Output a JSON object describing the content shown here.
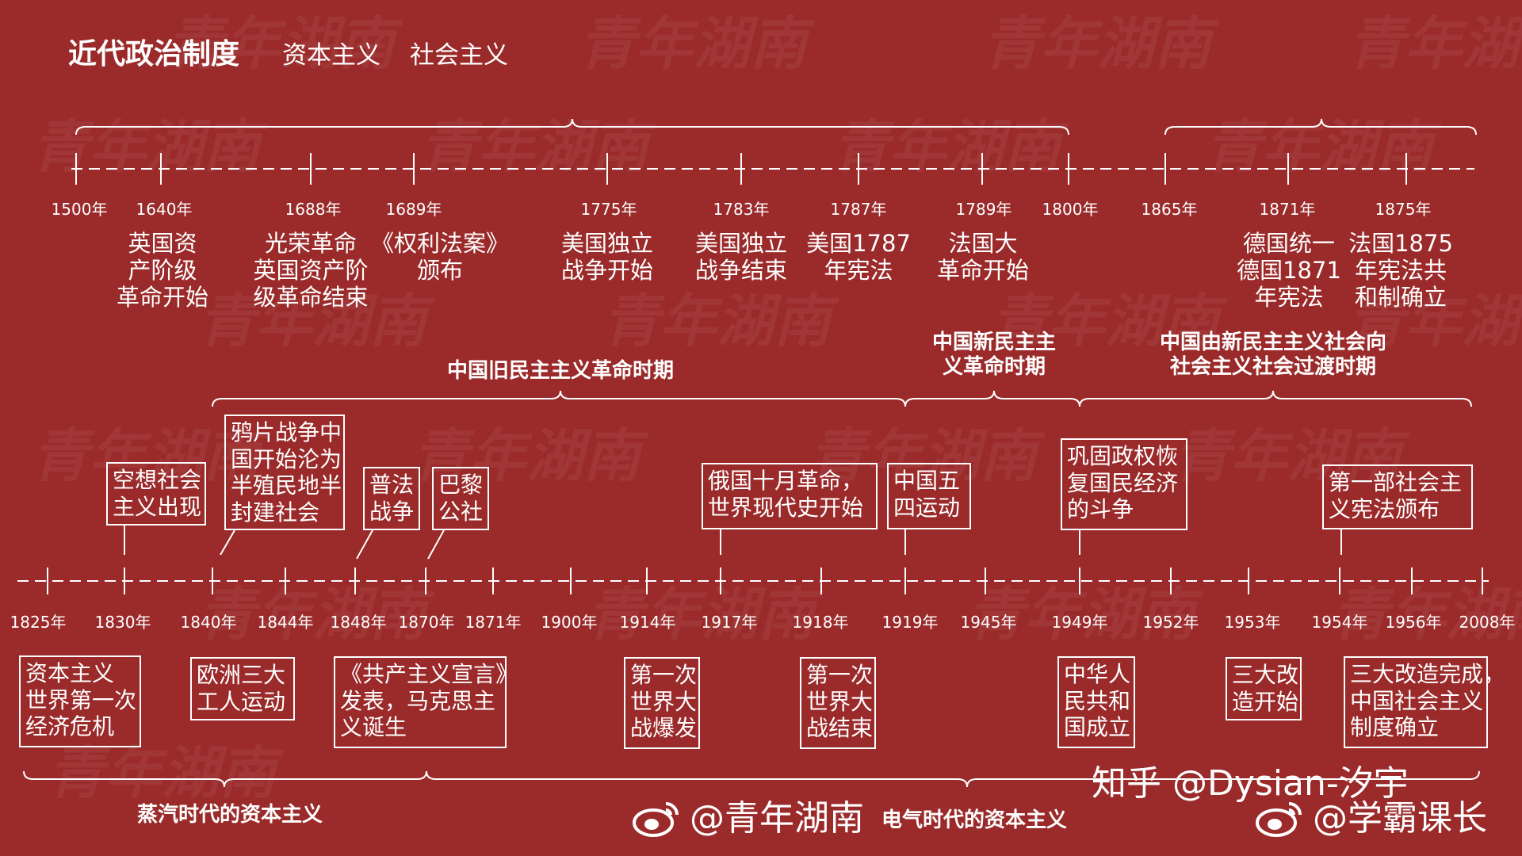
{
  "title": "近代政治制度",
  "subtitles": [
    "资本主义",
    "社会主义"
  ],
  "western_timeline": {
    "years": [
      "1500年",
      "1640年",
      "1688年",
      "1689年",
      "1775年",
      "1783年",
      "1787年",
      "1789年",
      "1800年",
      "1865年",
      "1871年",
      "1875年"
    ],
    "events": [
      {
        "lines": [
          "英国资",
          "产阶级",
          "革命开始"
        ]
      },
      {
        "lines": [
          "光荣革命",
          "英国资产阶",
          "级革命结束"
        ]
      },
      {
        "lines": [
          "《权利法案》",
          "颁布"
        ]
      },
      {
        "lines": [
          "美国独立",
          "战争开始"
        ]
      },
      {
        "lines": [
          "美国独立",
          "战争结束"
        ]
      },
      {
        "lines": [
          "美国1787",
          "年宪法"
        ]
      },
      {
        "lines": [
          "法国大",
          "革命开始"
        ]
      },
      {
        "lines": [
          "德国统一",
          "德国1871",
          "年宪法"
        ]
      },
      {
        "lines": [
          "法国1875",
          "年宪法共",
          "和制确立"
        ]
      }
    ]
  },
  "china_periods": [
    {
      "lines": [
        "中国旧民主主义革命时期"
      ]
    },
    {
      "lines": [
        "中国新民主主",
        "义革命时期"
      ]
    },
    {
      "lines": [
        "中国由新民主主义社会向",
        "社会主义社会过渡时期"
      ]
    }
  ],
  "lower_timeline": {
    "years": [
      "1825年",
      "1830年",
      "1840年",
      "1844年",
      "1848年",
      "1870年",
      "1871年",
      "1900年",
      "1914年",
      "1917年",
      "1918年",
      "1919年",
      "1945年",
      "1949年",
      "1952年",
      "1953年",
      "1954年",
      "1956年",
      "2008年"
    ],
    "upper_boxes": [
      {
        "lines": [
          "空想社会",
          "主义出现"
        ]
      },
      {
        "lines": [
          "鸦片战争中",
          "国开始沦为",
          "半殖民地半",
          "封建社会"
        ]
      },
      {
        "lines": [
          "普法",
          "战争"
        ]
      },
      {
        "lines": [
          "巴黎",
          "公社"
        ]
      },
      {
        "lines": [
          "俄国十月革命，",
          "世界现代史开始"
        ]
      },
      {
        "lines": [
          "中国五",
          "四运动"
        ]
      },
      {
        "lines": [
          "巩固政权恢",
          "复国民经济",
          "的斗争"
        ]
      },
      {
        "lines": [
          "第一部社会主",
          "义宪法颁布"
        ]
      }
    ],
    "lower_boxes": [
      {
        "lines": [
          "资本主义",
          "世界第一次",
          "经济危机"
        ]
      },
      {
        "lines": [
          "欧洲三大",
          "工人运动"
        ]
      },
      {
        "lines": [
          "《共产主义宣言》",
          "发表，马克思主",
          "义诞生"
        ]
      },
      {
        "lines": [
          "第一次",
          "世界大",
          "战爆发"
        ]
      },
      {
        "lines": [
          "第一次",
          "世界大",
          "战结束"
        ]
      },
      {
        "lines": [
          "中华人",
          "民共和",
          "国成立"
        ]
      },
      {
        "lines": [
          "三大改",
          "造开始"
        ]
      },
      {
        "lines": [
          "三大改造完成，",
          "中国社会主义",
          "制度确立"
        ]
      }
    ]
  },
  "eras": [
    "蒸汽时代的资本主义",
    "电气时代的资本主义"
  ],
  "credits": {
    "zhihu": "知乎 @Dysian-汐宇",
    "weibo1": "@青年湖南",
    "weibo2": "@学霸课长",
    "weibo_icon": "weibo-icon"
  },
  "watermark": "青年湖南",
  "colors": {
    "background": "#9b2a2a",
    "foreground": "#ffffff"
  }
}
